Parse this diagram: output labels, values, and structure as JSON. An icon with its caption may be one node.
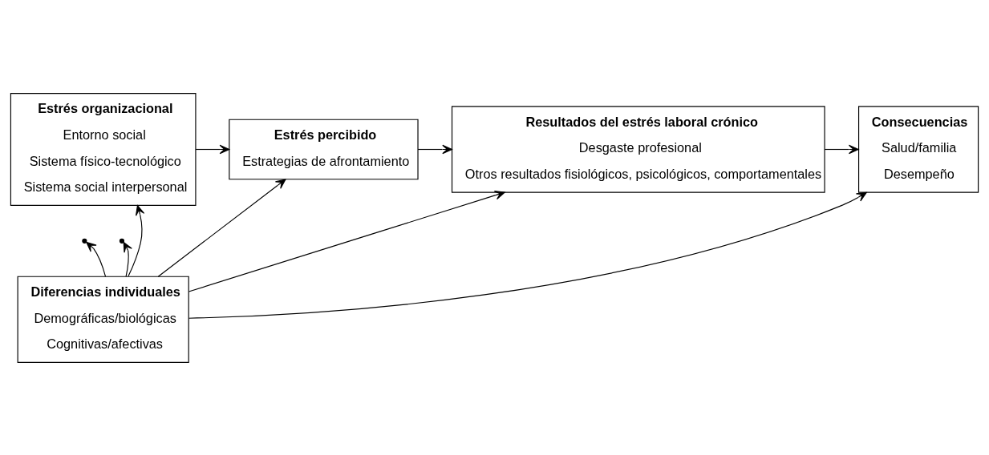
{
  "diagram": {
    "nodes": [
      {
        "text": [
          "Estrés organizacional",
          "Entorno social",
          "Sistema físico-tecnológico",
          "Sistema social interpersonal"
        ]
      },
      {
        "text": [
          "Estrés percibido",
          "Estrategias de afrontamiento"
        ]
      },
      {
        "text": [
          "Resultados del estrés laboral crónico",
          "Desgaste profesional",
          "Otros resultados fisiológicos, psicológicos, comportamentales"
        ]
      },
      {
        "text": [
          "Consecuencias",
          "Salud/familia",
          "Desempeño"
        ]
      },
      {
        "text": [
          "Diferencias individuales",
          "Demográficas/biológicas",
          "Cognitivas/afectivas"
        ]
      }
    ],
    "edges": [
      {
        "from": 0,
        "to": 1,
        "arrow": "to"
      },
      {
        "from": 1,
        "to": 2,
        "arrow": "to"
      },
      {
        "from": 2,
        "to": 3,
        "arrow": "to"
      },
      {
        "from": 4,
        "to": 0,
        "arrow": "to"
      },
      {
        "from": 4,
        "to": null,
        "arrow": "to"
      },
      {
        "from": 4,
        "to": 1,
        "arrow": "to"
      },
      {
        "from": 4,
        "to": 2,
        "arrow": "to"
      },
      {
        "from": 4,
        "to": null,
        "arrow": "to"
      },
      {
        "from": 4,
        "to": 3,
        "arrow": "to"
      }
    ]
  }
}
